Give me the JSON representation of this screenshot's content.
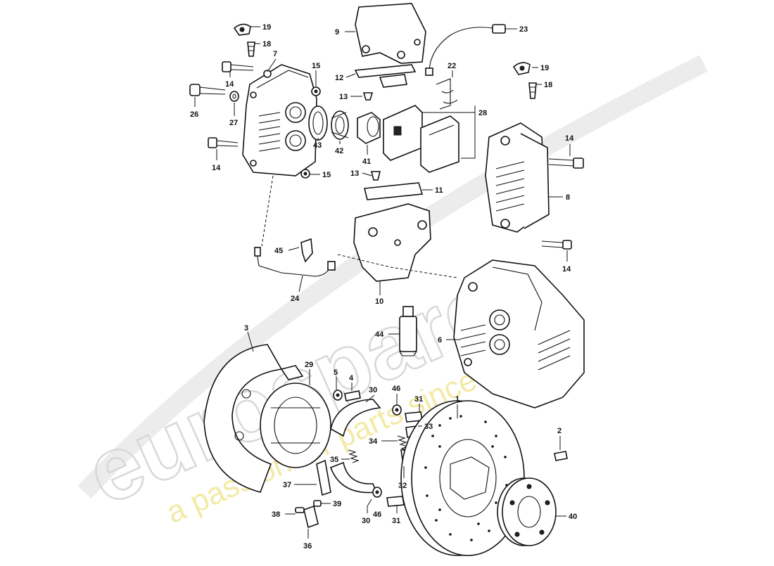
{
  "watermark": {
    "brand": "eurospares",
    "tagline": "a passion for parts since 1985"
  },
  "callouts": [
    {
      "id": "c19a",
      "label": "19"
    },
    {
      "id": "c18a",
      "label": "18"
    },
    {
      "id": "c7",
      "label": "7"
    },
    {
      "id": "c14a",
      "label": "14"
    },
    {
      "id": "c15a",
      "label": "15"
    },
    {
      "id": "c26",
      "label": "26"
    },
    {
      "id": "c27",
      "label": "27"
    },
    {
      "id": "c43",
      "label": "43"
    },
    {
      "id": "c42",
      "label": "42"
    },
    {
      "id": "c14b",
      "label": "14"
    },
    {
      "id": "c15b",
      "label": "15"
    },
    {
      "id": "c9",
      "label": "9"
    },
    {
      "id": "c12",
      "label": "12"
    },
    {
      "id": "c13a",
      "label": "13"
    },
    {
      "id": "c23",
      "label": "23"
    },
    {
      "id": "c22",
      "label": "22"
    },
    {
      "id": "c28",
      "label": "28"
    },
    {
      "id": "c41",
      "label": "41"
    },
    {
      "id": "c13b",
      "label": "13"
    },
    {
      "id": "c11",
      "label": "11"
    },
    {
      "id": "c19b",
      "label": "19"
    },
    {
      "id": "c18b",
      "label": "18"
    },
    {
      "id": "c14c",
      "label": "14"
    },
    {
      "id": "c8",
      "label": "8"
    },
    {
      "id": "c14d",
      "label": "14"
    },
    {
      "id": "c45",
      "label": "45"
    },
    {
      "id": "c24",
      "label": "24"
    },
    {
      "id": "c10",
      "label": "10"
    },
    {
      "id": "c44",
      "label": "44"
    },
    {
      "id": "c6",
      "label": "6"
    },
    {
      "id": "c3",
      "label": "3"
    },
    {
      "id": "c29",
      "label": "29"
    },
    {
      "id": "c5",
      "label": "5"
    },
    {
      "id": "c4",
      "label": "4"
    },
    {
      "id": "c30a",
      "label": "30"
    },
    {
      "id": "c46a",
      "label": "46"
    },
    {
      "id": "c31a",
      "label": "31"
    },
    {
      "id": "c33",
      "label": "33"
    },
    {
      "id": "c34",
      "label": "34"
    },
    {
      "id": "c35",
      "label": "35"
    },
    {
      "id": "c37",
      "label": "37"
    },
    {
      "id": "c32",
      "label": "32"
    },
    {
      "id": "c1",
      "label": "1"
    },
    {
      "id": "c2",
      "label": "2"
    },
    {
      "id": "c38",
      "label": "38"
    },
    {
      "id": "c39",
      "label": "39"
    },
    {
      "id": "c30b",
      "label": "30"
    },
    {
      "id": "c46b",
      "label": "46"
    },
    {
      "id": "c31b",
      "label": "31"
    },
    {
      "id": "c36",
      "label": "36"
    },
    {
      "id": "c40",
      "label": "40"
    }
  ]
}
